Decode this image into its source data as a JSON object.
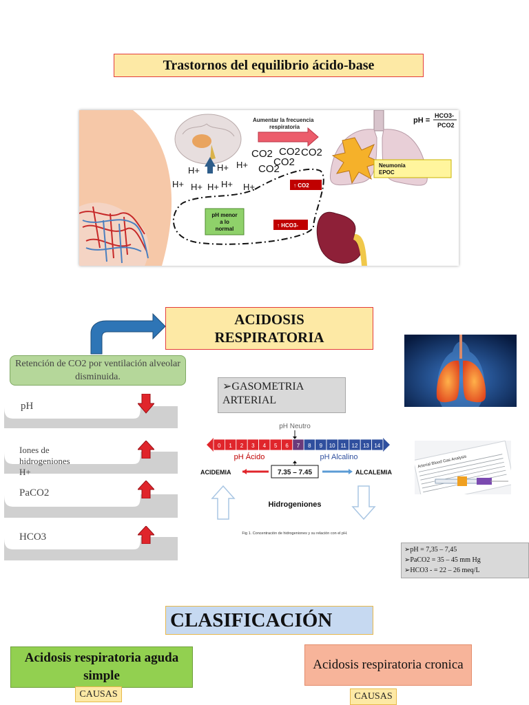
{
  "title": "Trastornos del equilibrio ácido-base",
  "figure": {
    "aumentar_line1": "Aumentar la frecuencia",
    "aumentar_line2": "respiratoria",
    "formula_lhs": "pH =",
    "formula_num": "HCO3-",
    "formula_den": "PCO2",
    "h_ion": "H+",
    "co2": "CO2",
    "badge_co2": "↑ CO2",
    "badge_hco3": "↑ HCO3-",
    "ph_menor": [
      "pH menor",
      "a lo",
      "normal"
    ],
    "lung_causes": [
      "Neumonía",
      "EPOC"
    ]
  },
  "acidosis_title_line1": "ACIDOSIS",
  "acidosis_title_line2": "RESPIRATORIA",
  "retention_text": "Retención de CO2 por ventilación alveolar disminuida.",
  "params": [
    {
      "label": "pH",
      "direction": "down"
    },
    {
      "label": "Iones de hidrogeniones H+",
      "direction": "up"
    },
    {
      "label": "PaCO2",
      "direction": "up"
    },
    {
      "label": "HCO3",
      "direction": "up"
    }
  ],
  "gasometria": "➢GASOMETRIA ARTERIAL",
  "ph_scale": {
    "neutro": "pH Neutro",
    "numbers": [
      "0",
      "1",
      "2",
      "3",
      "4",
      "5",
      "6",
      "7",
      "8",
      "9",
      "10",
      "11",
      "12",
      "13",
      "14"
    ],
    "acido": "pH Ácido",
    "alcalino": "pH Alcalino",
    "acidemia": "ACIDEMIA",
    "range": "7.35 – 7.45",
    "alcalemia": "ALCALEMIA",
    "hidrogeniones": "Hidrogeniones",
    "caption": "Fig 1. Concentración de hidrogeniones y su relación con el pH."
  },
  "blood_gas_card": "Arterial Blood Gas Analysis",
  "reference_values": [
    "➢pH = 7,35 – 7,45",
    "➢PaCO2 = 35 – 45 mm Hg",
    "➢HCO3 - = 22 – 26 meq/L"
  ],
  "clasificacion": "CLASIFICACIÓN",
  "aguda": "Acidosis respiratoria aguda simple",
  "cronica": "Acidosis respiratoria cronica",
  "causas": "CAUSAS",
  "colors": {
    "title_fill": "#fde9a5",
    "title_border": "#e33b3b",
    "arrow_red": "#e0252b",
    "arrow_blue": "#2e75b6"
  }
}
